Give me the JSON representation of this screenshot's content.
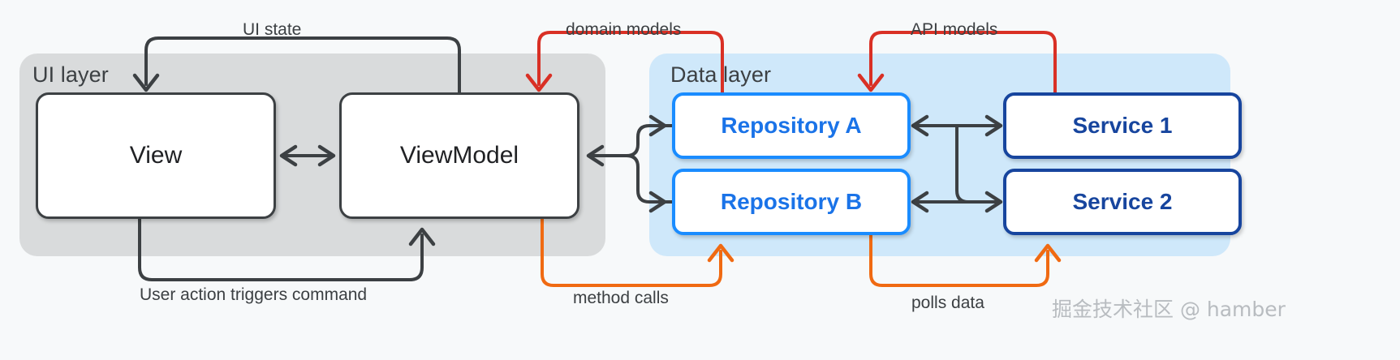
{
  "diagram": {
    "title": "App architecture: UI layer and Data layer",
    "background_color": "#f7f9fa"
  },
  "layers": [
    {
      "id": "ui-layer",
      "label": "UI layer",
      "background_color": "#d9dbdc"
    },
    {
      "id": "data-layer",
      "label": "Data layer",
      "background_color": "#cfe8fa"
    }
  ],
  "nodes": {
    "view": {
      "label": "View",
      "border_color": "#3c4043",
      "text_color": "#202124"
    },
    "viewmodel": {
      "label": "ViewModel",
      "border_color": "#3c4043",
      "text_color": "#202124"
    },
    "repository_a": {
      "label": "Repository A",
      "border_color": "#1a8cff",
      "text_color": "#1a73e8"
    },
    "repository_b": {
      "label": "Repository B",
      "border_color": "#1a8cff",
      "text_color": "#1a73e8"
    },
    "service_1": {
      "label": "Service  1",
      "border_color": "#17459e",
      "text_color": "#17459e"
    },
    "service_2": {
      "label": "Service 2",
      "border_color": "#17459e",
      "text_color": "#17459e"
    }
  },
  "edge_labels": {
    "ui_state": "UI state",
    "domain_models": "domain models",
    "api_models": "API models",
    "user_action": "User action triggers command",
    "method_calls": "method calls",
    "polls_data": "polls data"
  },
  "edge_colors": {
    "control_flow": "#3c4043",
    "data_down": "#d93025",
    "data_up": "#f06a12"
  },
  "watermark": {
    "text": "掘金技术社区 @ hamber",
    "color": "#b8bcc0"
  }
}
